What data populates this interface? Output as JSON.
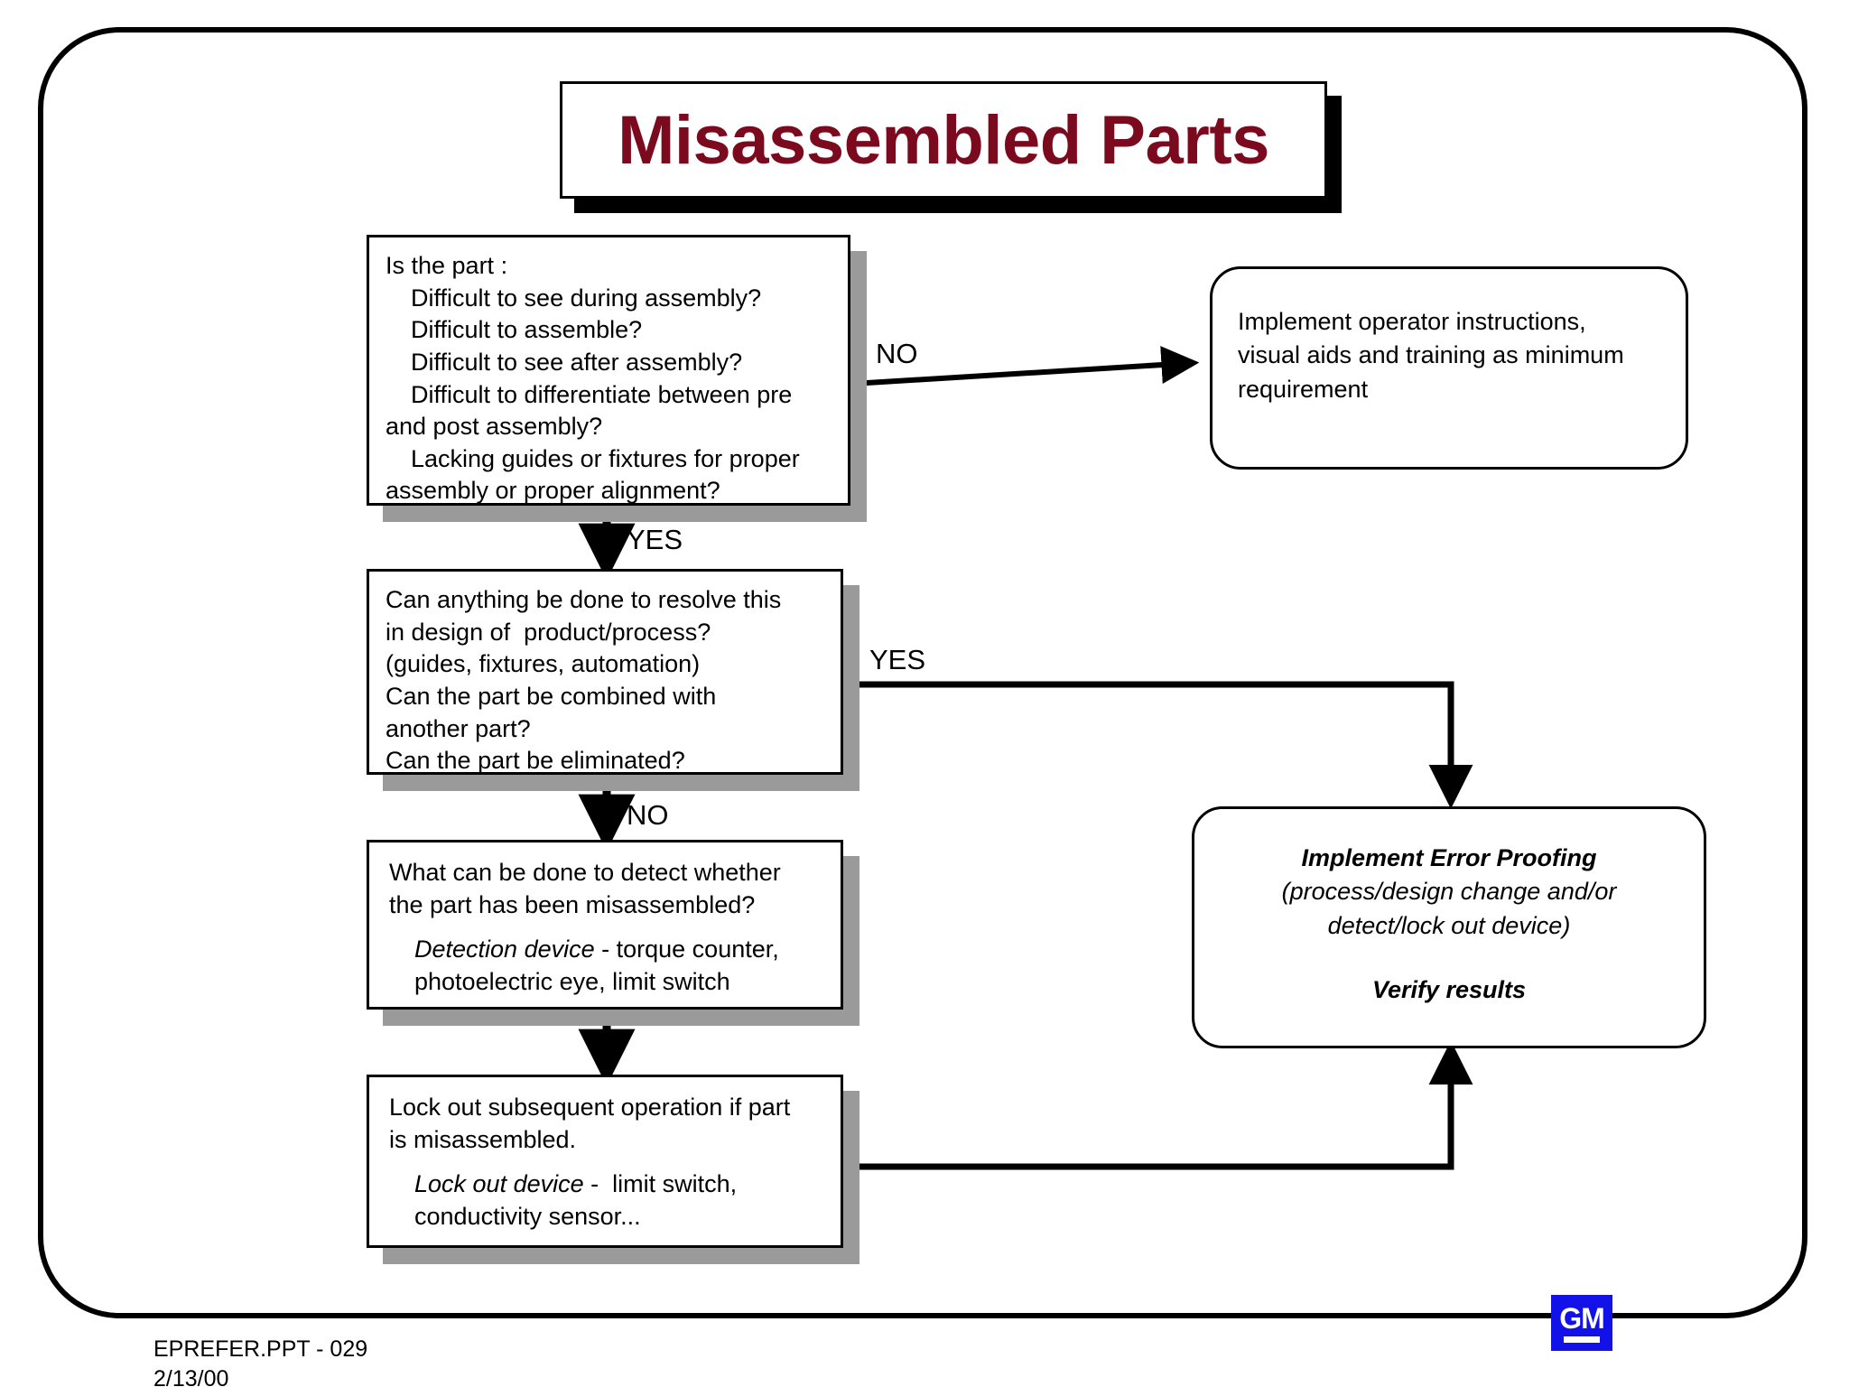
{
  "slide": {
    "title": "Misassembled Parts",
    "title_color": "#7B0A1E"
  },
  "boxes": {
    "question1": {
      "name": "part-difficulty-question",
      "lines": [
        "Is the part :",
        "Difficult to see during assembly?",
        "Difficult to assemble?",
        "Difficult to see after assembly?",
        "Difficult to differentiate between pre",
        "and post assembly?",
        "Lacking guides or fixtures for proper",
        "assembly or proper alignment?"
      ]
    },
    "question2": {
      "name": "design-resolution-question",
      "lines": [
        "Can anything be done to resolve this",
        "in design of  product/process?",
        "(guides, fixtures, automation)",
        "Can the part be combined with",
        "another part?",
        "Can the part be eliminated?"
      ]
    },
    "question3": {
      "name": "detection-question",
      "line1": "What can be done to detect whether",
      "line2": "the part has been misassembled?",
      "italic_term": "Detection device",
      "detail1": " - torque counter,",
      "detail2": "photoelectric eye, limit switch"
    },
    "question4": {
      "name": "lockout-action",
      "line1": "Lock out subsequent operation if part",
      "line2": "is misassembled.",
      "italic_term": "Lock out device",
      "detail1": " -  limit switch,",
      "detail2": "conductivity sensor..."
    },
    "outcome_operator": {
      "name": "operator-instructions-outcome",
      "line1": "Implement operator instructions,",
      "line2": "visual aids and training as minimum",
      "line3": "requirement"
    },
    "outcome_errorproofing": {
      "name": "error-proofing-outcome",
      "heading": "Implement Error Proofing",
      "sub1": "(process/design change and/or",
      "sub2": "detect/lock out device)",
      "verify": "Verify results"
    }
  },
  "labels": {
    "no_top": "NO",
    "yes_mid_vertical": "YES",
    "yes_right": "YES",
    "no_lower_vertical": "NO"
  },
  "footer": {
    "file": "EPREFER.PPT - 029",
    "date": "2/13/00",
    "logo_text": "GM",
    "logo_color": "#1212E8"
  }
}
